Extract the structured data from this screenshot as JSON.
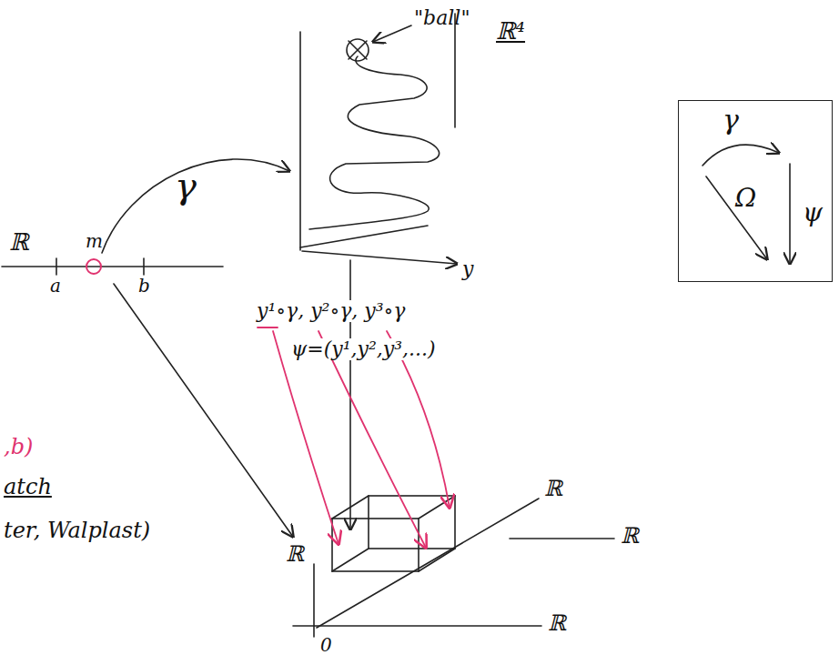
{
  "diagram": {
    "nodes": [
      {
        "text": [
          "γ",
          "Ω",
          "ψ"
        ]
      }
    ],
    "labels": [
      "\"ball\"",
      "ℝ⁴",
      "γ",
      "ℝ",
      "a",
      "m",
      "b",
      "y¹∘γ, y²∘γ, y³∘γ",
      "ψ=(y¹,y²,y³,...)",
      "y",
      "ℝ",
      "ℝ",
      "ℝ",
      "ℝ",
      "0",
      ",b)",
      "atch",
      "ter, Walplast)"
    ]
  }
}
